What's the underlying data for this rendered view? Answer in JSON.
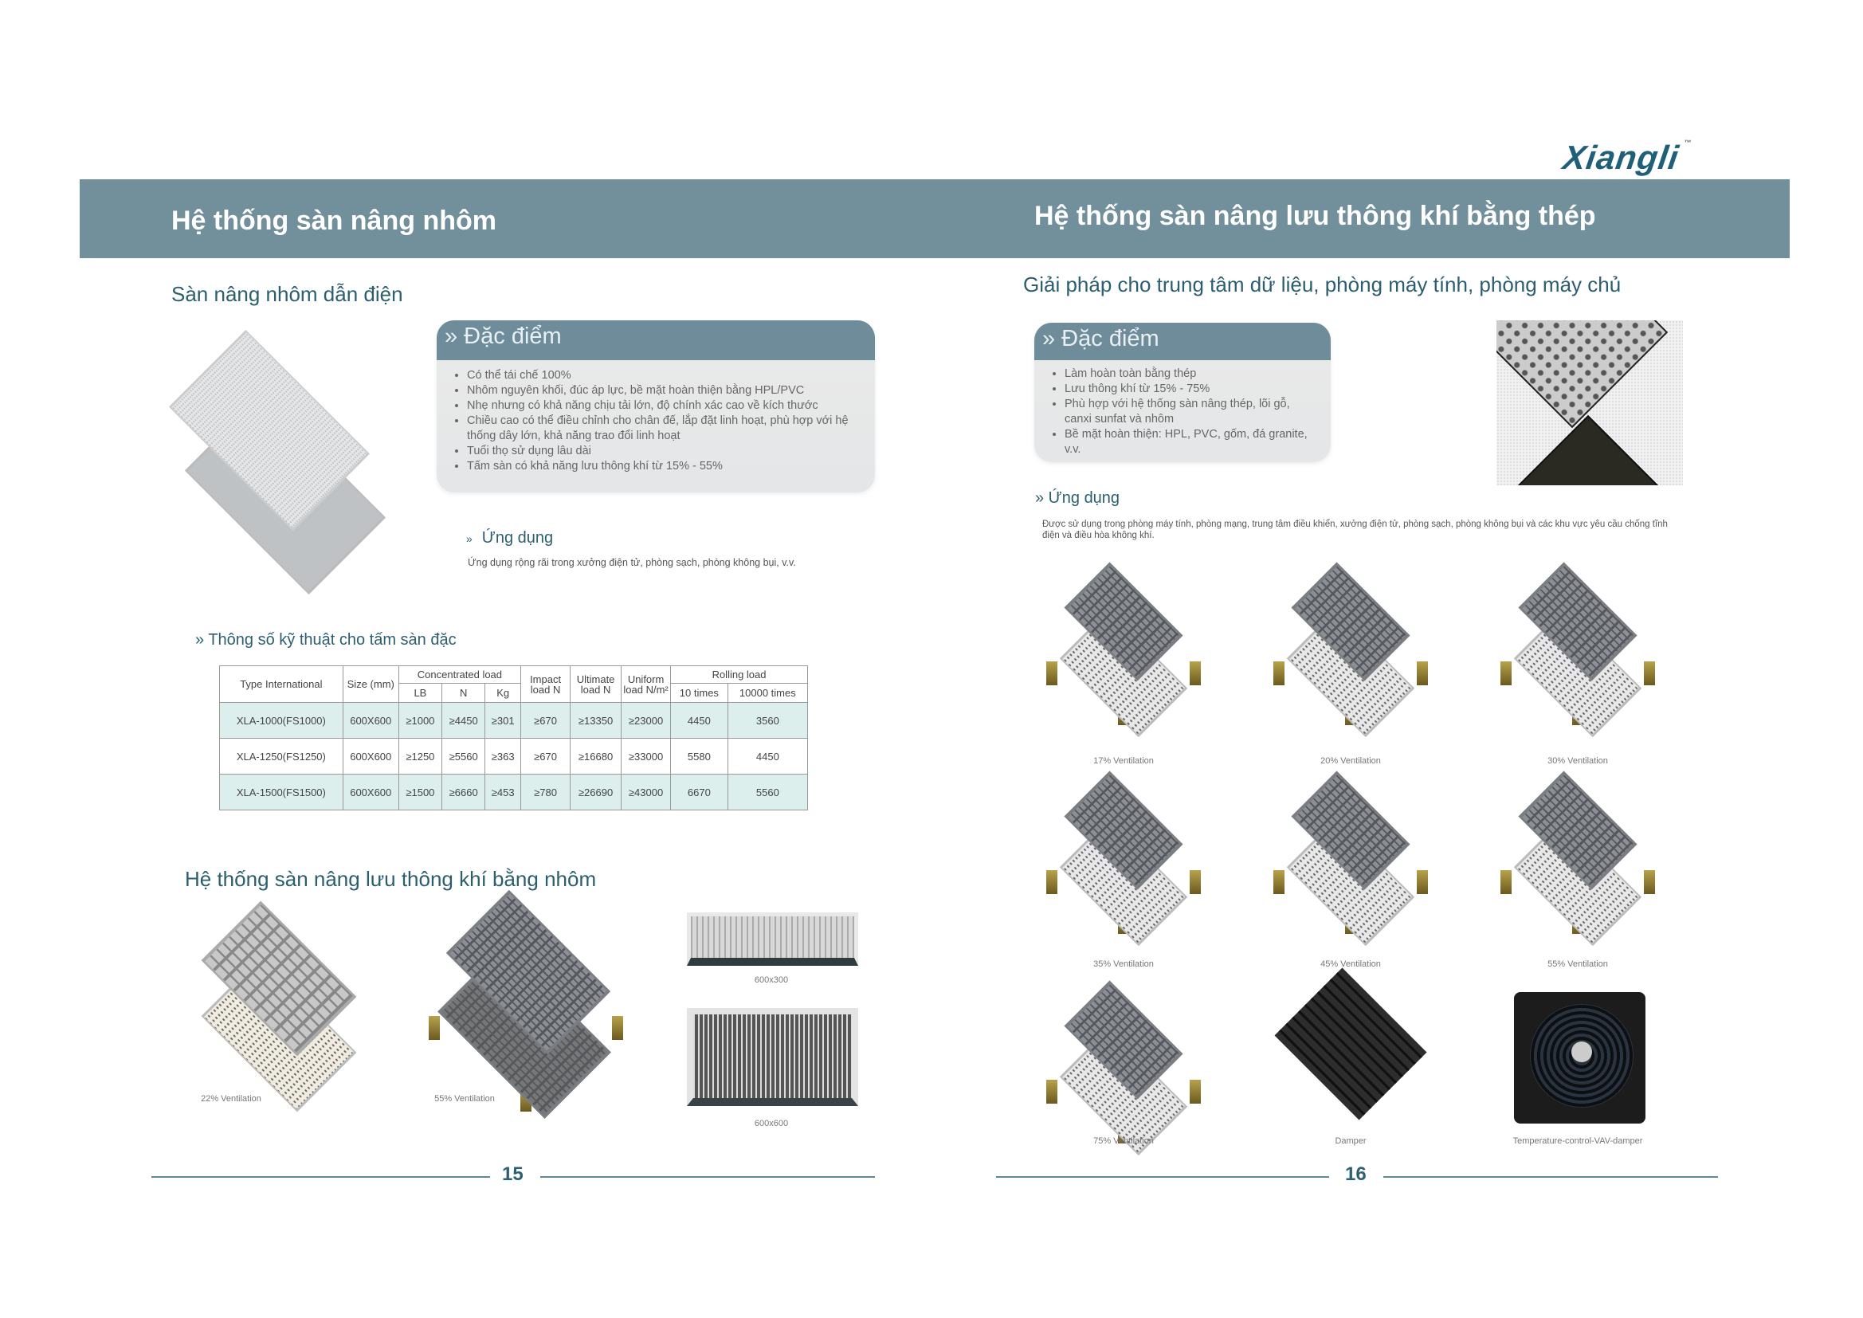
{
  "brand": {
    "logo": "Xiangli",
    "tm": "™"
  },
  "left": {
    "page_title": "Hệ thống sàn nâng nhôm",
    "section1": "Sàn nâng nhôm dẫn điện",
    "features": {
      "title": "» Đặc điểm",
      "items": [
        "Có thể tái chế 100%",
        "Nhôm nguyên khối, đúc áp lực, bề mặt hoàn thiện bằng HPL/PVC",
        "Nhẹ nhưng có khả năng chịu tải lớn, độ chính xác cao về kích thước",
        "Chiều cao có thể điều chỉnh cho chân đế, lắp đặt linh hoạt, phù hợp với hệ thống dây lớn, khả năng trao đổi linh hoạt",
        "Tuổi thọ sử dụng lâu dài",
        "Tấm sàn có khả năng lưu thông khí từ 15% - 55%"
      ]
    },
    "application": {
      "title": "Ứng dụng",
      "marker": "»",
      "text": "Ứng dụng rộng rãi trong xưởng điện tử, phòng sạch, phòng không bụi, v.v."
    },
    "spec_title": "» Thông số kỹ thuật cho tấm sàn đặc",
    "table": {
      "headers": {
        "type": "Type International",
        "size": "Size (mm)",
        "conc": "Concentrated load",
        "lb": "LB",
        "n": "N",
        "kg": "Kg",
        "impact": "Impact load N",
        "ultimate": "Ultimate load N",
        "uniform": "Uniform load N/m²",
        "rolling": "Rolling load",
        "r10": "10 times",
        "r10000": "10000 times"
      },
      "rows": [
        [
          "XLA-1000(FS1000)",
          "600X600",
          "≥1000",
          "≥4450",
          "≥301",
          "≥670",
          "≥13350",
          "≥23000",
          "4450",
          "3560"
        ],
        [
          "XLA-1250(FS1250)",
          "600X600",
          "≥1250",
          "≥5560",
          "≥363",
          "≥670",
          "≥16680",
          "≥33000",
          "5580",
          "4450"
        ],
        [
          "XLA-1500(FS1500)",
          "600X600",
          "≥1500",
          "≥6660",
          "≥453",
          "≥780",
          "≥26690",
          "≥43000",
          "6670",
          "5560"
        ]
      ]
    },
    "section2": "Hệ thống sàn nâng lưu thông khí bằng nhôm",
    "captions": [
      "22% Ventilation",
      "55% Ventilation",
      "600x300",
      "600x600"
    ],
    "page_number": "15"
  },
  "right": {
    "page_title": "Hệ thống sàn nâng lưu thông khí bằng thép",
    "subtitle": "Giải pháp cho trung tâm dữ liệu, phòng máy tính, phòng máy chủ",
    "features": {
      "title": "» Đặc điểm",
      "items": [
        "Làm hoàn toàn bằng thép",
        "Lưu thông khí từ 15% - 75%",
        "Phù hợp với hệ thống sàn nâng thép, lõi gỗ, canxi sunfat và nhôm",
        "Bề mặt hoàn thiện: HPL, PVC, gốm, đá granite, v.v."
      ]
    },
    "application": {
      "title": "» Ứng dụng",
      "text": "Được sử dụng trong phòng máy tính, phòng mạng, trung tâm điều khiển, xưởng điện tử, phòng sạch, phòng không bụi và các khu vực yêu cầu chống tĩnh điện và điều hòa không khí."
    },
    "captions": [
      "17% Ventilation",
      "20% Ventilation",
      "30% Ventilation",
      "35% Ventilation",
      "45% Ventilation",
      "55% Ventilation",
      "75% Ventilation",
      "Damper",
      "Temperature-control-VAV-damper"
    ],
    "page_number": "16"
  }
}
